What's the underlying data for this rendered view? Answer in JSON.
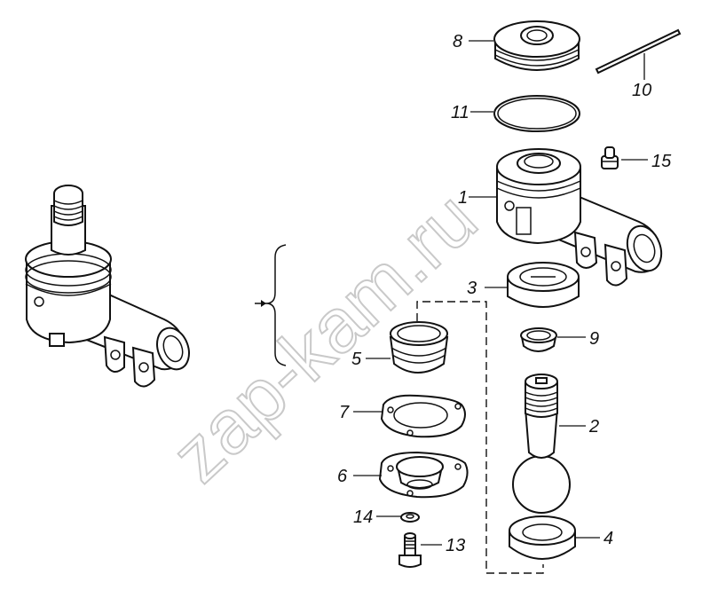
{
  "diagram": {
    "watermark": "zap-kam.ru",
    "callouts": {
      "p1": "1",
      "p2": "2",
      "p3": "3",
      "p4": "4",
      "p5": "5",
      "p6": "6",
      "p7": "7",
      "p8": "8",
      "p9": "9",
      "p10": "10",
      "p11": "11",
      "p13": "13",
      "p14": "14",
      "p15": "15"
    },
    "colors": {
      "ink": "#111111",
      "paper": "#ffffff",
      "watermark": "#c4c4c4"
    }
  }
}
